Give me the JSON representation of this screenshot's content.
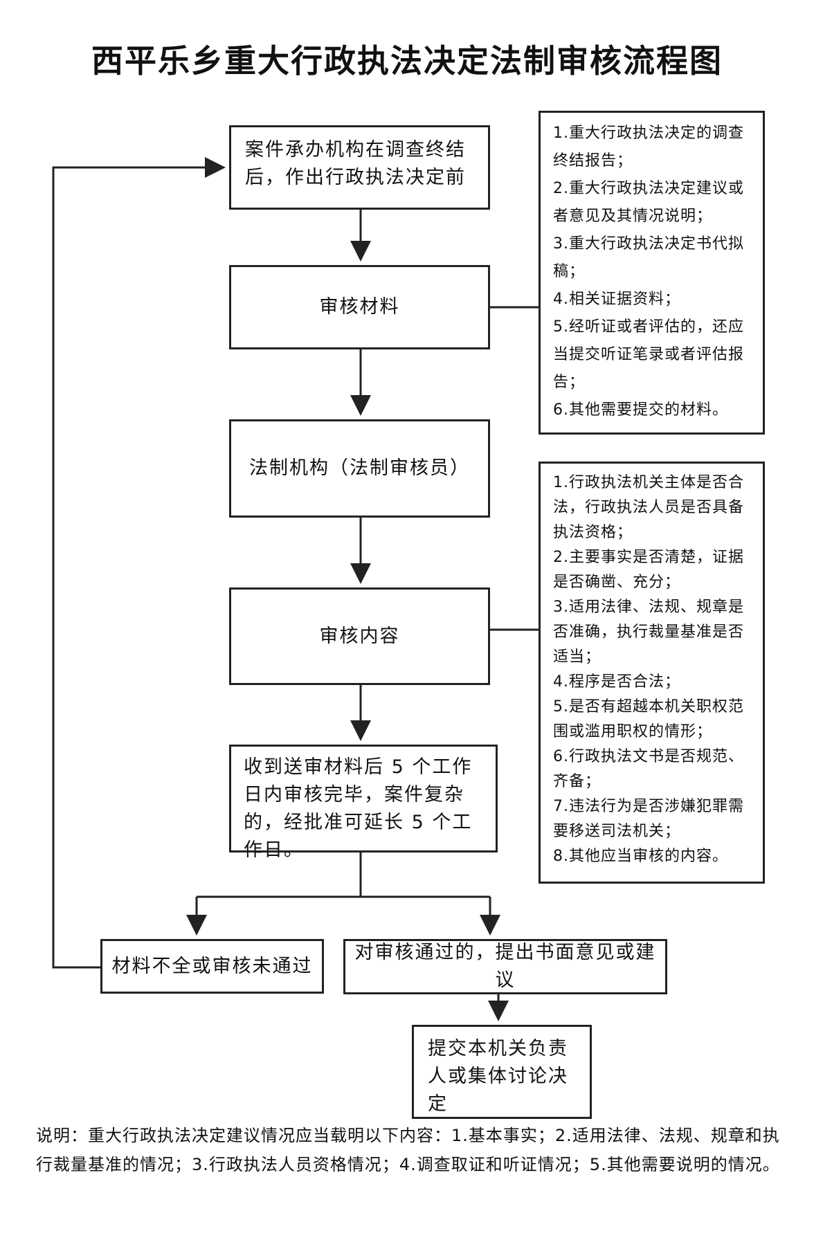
{
  "title": "西平乐乡重大行政执法决定法制审核流程图",
  "steps": {
    "start": "案件承办机构在调查终结后，作出行政执法决定前",
    "review_materials": "审核材料",
    "legal_org": "法制机构（法制审核员）",
    "review_content": "审核内容",
    "deadline": "收到送审材料后 5 个工作日内审核完毕，案件复杂的，经批准可延长 5 个工作日。",
    "fail": "材料不全或审核未通过",
    "pass": "对审核通过的，提出书面意见或建议",
    "submit": "提交本机关负责人或集体讨论决定"
  },
  "materials_notes": [
    "1.重大行政执法决定的调查终结报告；",
    "2.重大行政执法决定建议或者意见及其情况说明；",
    "3.重大行政执法决定书代拟稿；",
    "4.相关证据资料；",
    "5.经听证或者评估的，还应当提交听证笔录或者评估报告；",
    "6.其他需要提交的材料。"
  ],
  "content_notes": [
    "1.行政执法机关主体是否合法，行政执法人员是否具备执法资格；",
    "2.主要事实是否清楚，证据是否确凿、充分；",
    "3.适用法律、法规、规章是否准确，执行裁量基准是否适当；",
    "4.程序是否合法；",
    "5.是否有超越本机关职权范围或滥用职权的情形；",
    "6.行政执法文书是否规范、齐备；",
    "7.违法行为是否涉嫌犯罪需要移送司法机关；",
    "8.其他应当审核的内容。"
  ],
  "footnote": "说明：重大行政执法决定建议情况应当载明以下内容：1.基本事实；2.适用法律、法规、规章和执行裁量基准的情况；3.行政执法人员资格情况；4.调查取证和听证情况；5.其他需要说明的情况。"
}
